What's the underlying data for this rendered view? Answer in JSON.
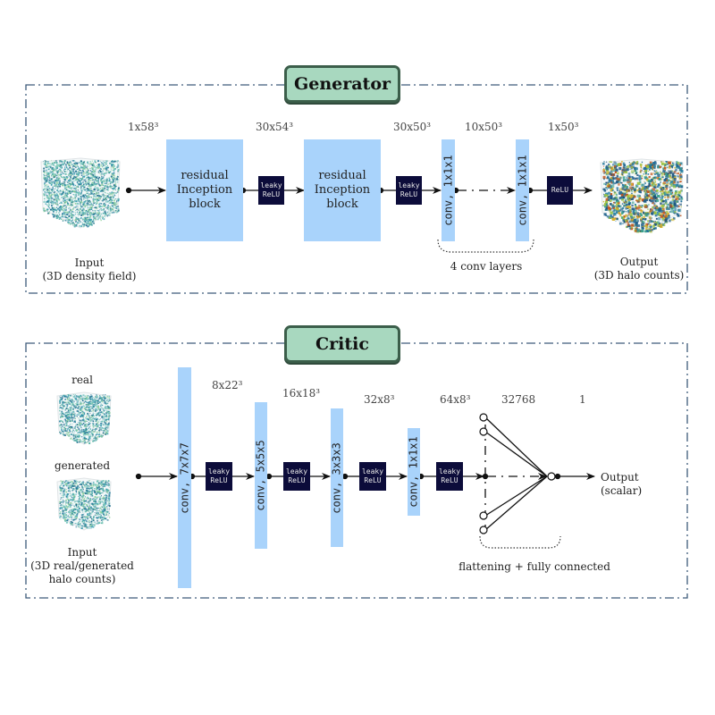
{
  "generator": {
    "title": "Generator",
    "input_label": "Input",
    "input_sub": "(3D density field)",
    "output_label": "Output",
    "output_sub": "(3D halo counts)",
    "dims": [
      "1x58³",
      "30x54³",
      "30x50³",
      "10x50³",
      "1x50³"
    ],
    "blocks": [
      {
        "l1": "residual",
        "l2": "Inception",
        "l3": "block"
      },
      {
        "l1": "residual",
        "l2": "Inception",
        "l3": "block"
      }
    ],
    "activations": [
      {
        "l1": "leaky",
        "l2": "ReLU"
      },
      {
        "l1": "leaky",
        "l2": "ReLU"
      },
      {
        "l1": "ReLU",
        "l2": ""
      }
    ],
    "convs": [
      "conv, 1x1x1",
      "conv, 1x1x1"
    ],
    "conv_group_label": "4 conv layers"
  },
  "critic": {
    "title": "Critic",
    "real_label": "real",
    "generated_label": "generated",
    "input_label": "Input",
    "input_sub1": "(3D real/generated",
    "input_sub2": "halo counts)",
    "dims": [
      "8x22³",
      "16x18³",
      "32x8³",
      "64x8³",
      "32768",
      "1"
    ],
    "convs": [
      "conv, 7x7x7",
      "conv, 5x5x5",
      "conv, 3x3x3",
      "conv, 1x1x1"
    ],
    "activations": [
      {
        "l1": "leaky",
        "l2": "ReLU"
      },
      {
        "l1": "leaky",
        "l2": "ReLU"
      },
      {
        "l1": "leaky",
        "l2": "ReLU"
      },
      {
        "l1": "leaky",
        "l2": "ReLU"
      }
    ],
    "fc_label": "flattening + fully connected",
    "output_label": "Output",
    "output_sub": "(scalar)"
  },
  "colors": {
    "layer_fill": "#a9d3fb",
    "activation_fill": "#0c0c3a",
    "title_fill": "#a8d8bf",
    "title_border": "#3b5e4a",
    "panel_border": "#3d5a7a"
  }
}
